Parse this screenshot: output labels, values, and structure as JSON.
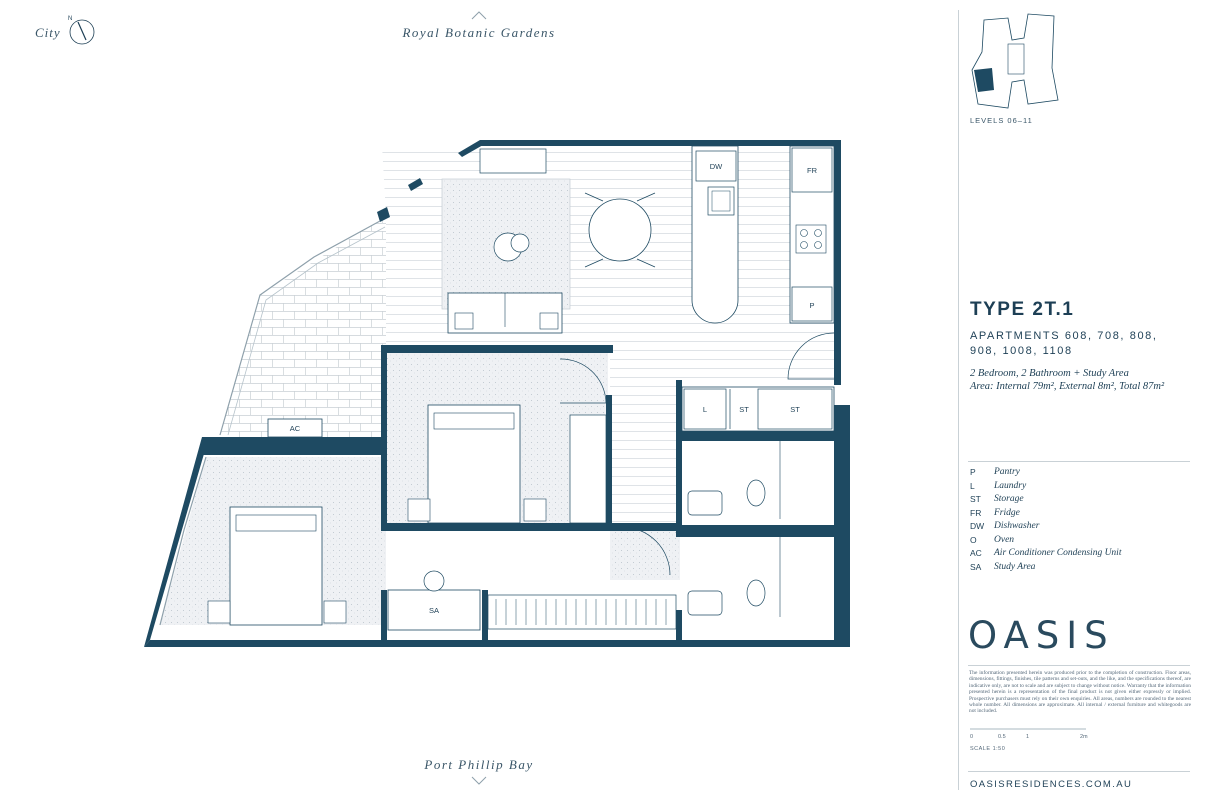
{
  "compass": {
    "label": "City",
    "north": "N"
  },
  "orientation": {
    "top": "Royal Botanic Gardens",
    "bottom": "Port Phillip Bay"
  },
  "plan_labels": {
    "dw": "DW",
    "fr": "FR",
    "p": "P",
    "ac": "AC",
    "sa": "SA",
    "l": "L",
    "st1": "ST",
    "st2": "ST"
  },
  "sidebar": {
    "levels": "LEVELS 06–11",
    "type_title": "TYPE 2T.1",
    "apartments": "APARTMENTS 608, 708, 808, 908, 1008, 1108",
    "desc_line1": "2 Bedroom, 2 Bathroom + Study Area",
    "desc_line2": "Area: Internal 79m², External 8m², Total 87m²"
  },
  "legend": [
    {
      "code": "P",
      "desc": "Pantry"
    },
    {
      "code": "L",
      "desc": "Laundry"
    },
    {
      "code": "ST",
      "desc": "Storage"
    },
    {
      "code": "FR",
      "desc": "Fridge"
    },
    {
      "code": "DW",
      "desc": "Dishwasher"
    },
    {
      "code": "O",
      "desc": "Oven"
    },
    {
      "code": "AC",
      "desc": "Air Conditioner Condensing Unit"
    },
    {
      "code": "SA",
      "desc": "Study Area"
    }
  ],
  "brand": {
    "logo": "OASIS",
    "disclaimer": "The information presented herein was produced prior to the completion of construction. Floor areas, dimensions, fittings, finishes, tile patterns and set-outs, and the like, and the specifications thereof, are indicative only, are not to scale and are subject to change without notice. Warranty that the information presented herein is a representation of the final product is not given either expressly or implied. Prospective purchasers must rely on their own enquiries. All areas, numbers are rounded to the nearest whole number. All dimensions are approximate. All internal / external furniture and whitegoods are not included.",
    "scale_ticks": [
      "0",
      "0.5",
      "1",
      "2m"
    ],
    "scale_label": "SCALE 1:50",
    "website": "OASISRESIDENCES.COM.AU"
  },
  "colors": {
    "wall": "#1e4a62",
    "text": "#1d3f55",
    "floor_line": "#c8cfd4",
    "carpet": "#eef0f3"
  }
}
